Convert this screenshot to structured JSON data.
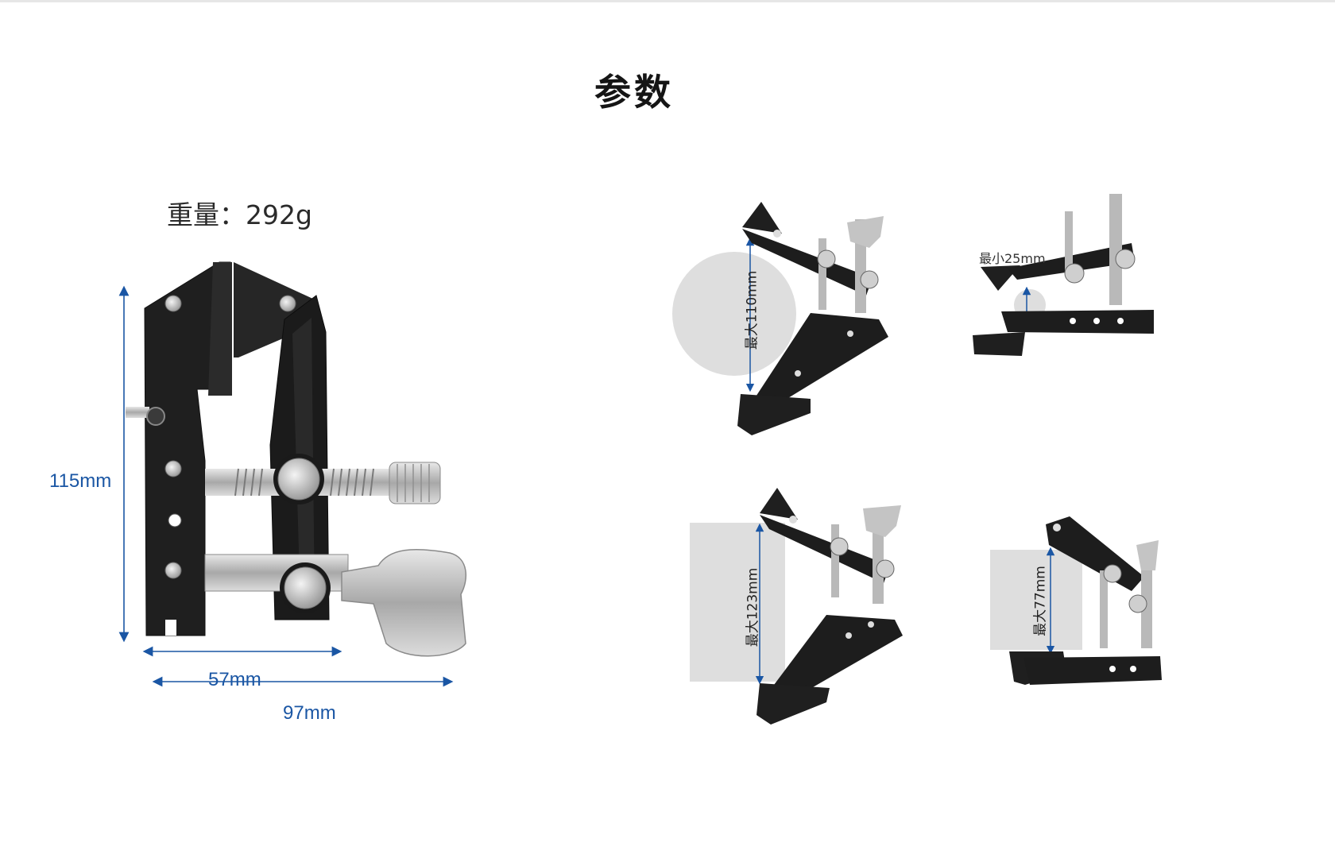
{
  "header": {
    "title": "参数"
  },
  "specs": {
    "weight_text": "重量：292g"
  },
  "dimensions": {
    "height": "115mm",
    "width_inner": "57mm",
    "width_total": "97mm"
  },
  "captures": {
    "round_max": "最大110mm",
    "round_min": "最小25mm",
    "flat_max": "最大123mm",
    "flat_small": "最大77mm"
  },
  "colors": {
    "accent": "#1a56a4",
    "clamp": "#1e1e1e",
    "metal": "#b8b8b8",
    "object_fill": "#dedede"
  }
}
